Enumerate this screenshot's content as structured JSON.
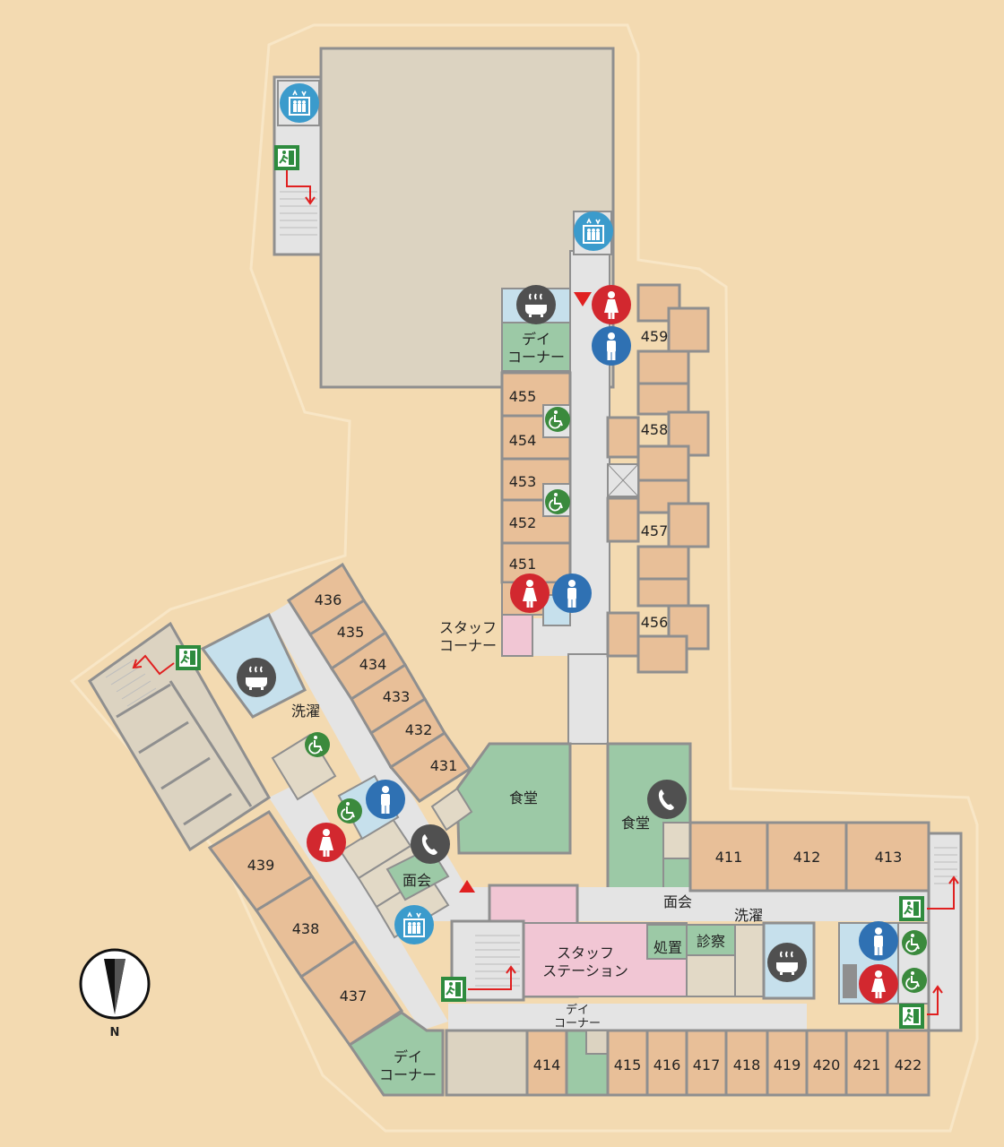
{
  "colors": {
    "background": "#f3dab1",
    "outline_halo": "#f8e6c6",
    "wall": "#8f8f8f",
    "corridor": "#e4e4e4",
    "room": "#e8bf98",
    "dining_green": "#9cc9a6",
    "staff_pink": "#f1c6d4",
    "bath_blue": "#c6e0ec",
    "service": "#e2d9c6",
    "annex": "#dcd3c1",
    "icon_red": "#d2282f",
    "icon_blue": "#2f71b3",
    "icon_gray": "#505050",
    "icon_green": "#3b8a3d",
    "icon_elevator": "#3b9bcc",
    "exit_green": "#2e8b3e",
    "arrow_red": "#e02020"
  },
  "rooms": {
    "r411": "411",
    "r412": "412",
    "r413": "413",
    "r414": "414",
    "r415": "415",
    "r416": "416",
    "r417": "417",
    "r418": "418",
    "r419": "419",
    "r420": "420",
    "r421": "421",
    "r422": "422",
    "r431": "431",
    "r432": "432",
    "r433": "433",
    "r434": "434",
    "r435": "435",
    "r436": "436",
    "r437": "437",
    "r438": "438",
    "r439": "439",
    "r451": "451",
    "r452": "452",
    "r453": "453",
    "r454": "454",
    "r455": "455",
    "r456": "456",
    "r457": "457",
    "r458": "458",
    "r459": "459"
  },
  "labels": {
    "day_corner_line1": "デイ",
    "day_corner_line2": "コーナー",
    "staff_corner_line1": "スタッフ",
    "staff_corner_line2": "コーナー",
    "staff_station_line1": "スタッフ",
    "staff_station_line2": "ステーション",
    "dining": "食堂",
    "visiting": "面会",
    "laundry": "洗濯",
    "treatment": "処置",
    "examination": "診察",
    "north": "N"
  },
  "icons": {
    "bath": "bath-icon",
    "toilet_men": "men-toilet-icon",
    "toilet_women": "women-toilet-icon",
    "accessible_toilet": "wheelchair-icon",
    "elevator": "elevator-icon",
    "telephone": "telephone-icon",
    "emergency_exit": "emergency-exit-icon",
    "you_are_here": "location-marker-icon",
    "compass": "north-compass-icon"
  }
}
